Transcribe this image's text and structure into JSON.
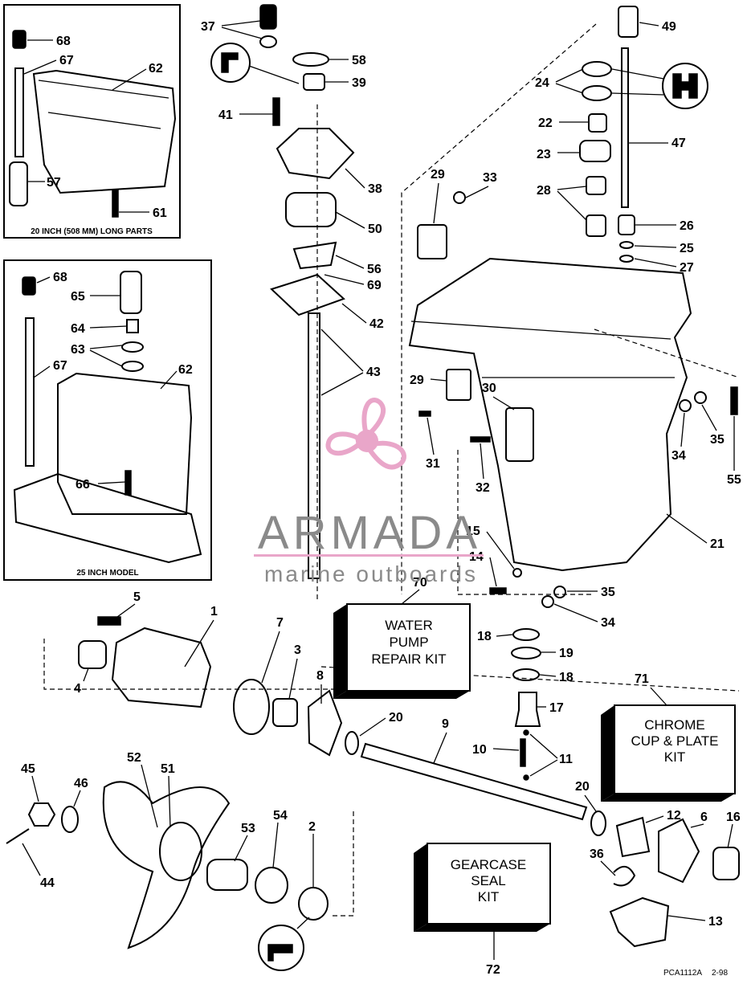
{
  "insets": {
    "long_parts": {
      "caption": "20 INCH (508 MM) LONG PARTS",
      "labels": [
        "68",
        "67",
        "62",
        "57",
        "61"
      ]
    },
    "model_25": {
      "caption": "25 INCH MODEL",
      "labels": [
        "68",
        "65",
        "64",
        "63",
        "67",
        "62",
        "66"
      ]
    }
  },
  "kits": {
    "water_pump": {
      "number": "70",
      "lines": [
        "WATER",
        "PUMP",
        "REPAIR KIT"
      ]
    },
    "chrome": {
      "number": "71",
      "lines": [
        "CHROME",
        "CUP & PLATE",
        "KIT"
      ]
    },
    "gearcase": {
      "number": "72",
      "lines": [
        "GEARCASE",
        "SEAL",
        "KIT"
      ]
    }
  },
  "watermark": {
    "brand": "ARMADA",
    "tagline": "marine outboards",
    "brand_color": "#e9a6c9",
    "text_color": "#8a8a8a"
  },
  "callouts": [
    "37",
    "58",
    "39",
    "41",
    "38",
    "50",
    "56",
    "69",
    "42",
    "43",
    "49",
    "24",
    "22",
    "47",
    "23",
    "28",
    "26",
    "25",
    "27",
    "29",
    "33",
    "29",
    "30",
    "31",
    "32",
    "34",
    "35",
    "55",
    "21",
    "15",
    "14",
    "35",
    "34",
    "5",
    "1",
    "7",
    "3",
    "8",
    "4",
    "20",
    "18",
    "19",
    "18",
    "17",
    "9",
    "10",
    "11",
    "20",
    "52",
    "51",
    "45",
    "46",
    "53",
    "54",
    "2",
    "44",
    "12",
    "6",
    "16",
    "36",
    "13"
  ],
  "footer": {
    "code": "PCA1112A",
    "date": "2-98"
  }
}
